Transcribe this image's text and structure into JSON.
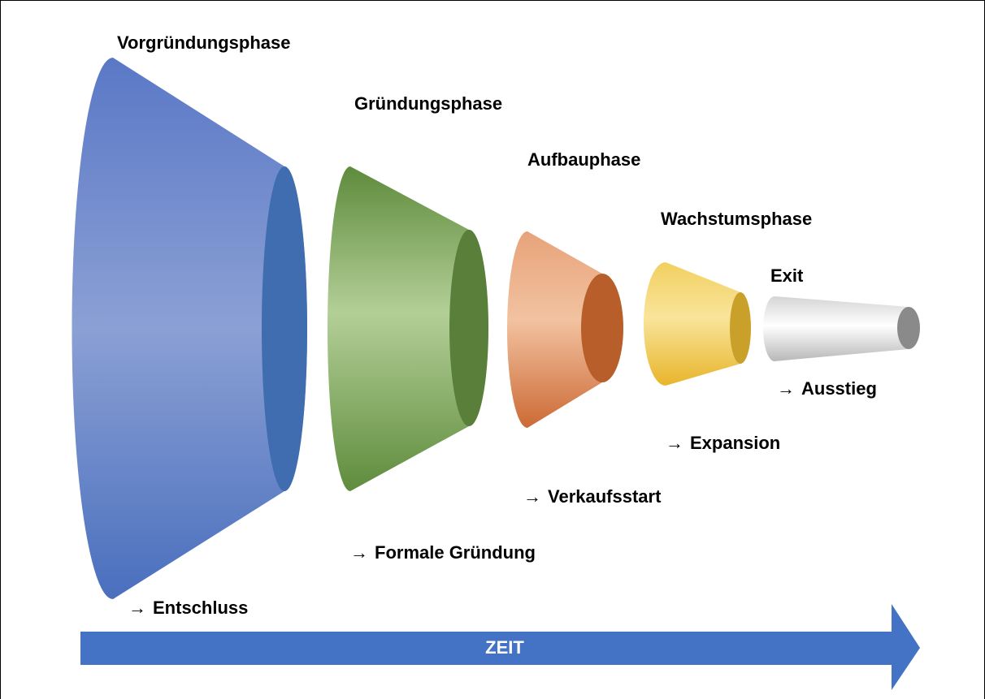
{
  "phases": [
    {
      "title": "Vorgründungsphase",
      "milestone": "Entschluss",
      "color": "#4F74C4"
    },
    {
      "title": "Gründungsphase",
      "milestone": "Formale Gründung",
      "color": "#5F8A3E"
    },
    {
      "title": "Aufbauphase",
      "milestone": "Verkaufsstart",
      "color": "#D9773F"
    },
    {
      "title": "Wachstumsphase",
      "milestone": "Expansion",
      "color": "#E8B830"
    },
    {
      "title": "Exit",
      "milestone": "Ausstieg",
      "color": "#8A8A8A"
    }
  ],
  "arrow_symbol": "→",
  "timeline": {
    "label": "ZEIT",
    "color": "#4472C4"
  }
}
